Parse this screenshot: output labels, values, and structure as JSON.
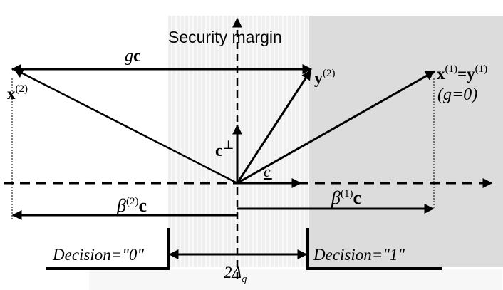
{
  "security_margin_label": "Security margin",
  "labels": {
    "gc_italic": "g",
    "gc_bold": "c",
    "x2_bold": "x",
    "x2_sup": "(2)",
    "y2_bold": "y",
    "y2_sup": "(2)",
    "x1_bold": "x",
    "x1_sup": "(1)",
    "x1_eq": "=",
    "y1_bold": "y",
    "y1_sup": "(1)",
    "g_zero": "(g=0)",
    "c_perp_bold": "c",
    "c_perp_sup": "⊥",
    "c_under": "c",
    "beta2_sym": "β",
    "beta2_sup": "(2)",
    "beta2_c": "c",
    "beta1_sym": "β",
    "beta1_sup": "(1)",
    "beta1_c": "c",
    "decision0": "Decision=\"0\"",
    "decision1": "Decision=\"1\"",
    "two_delta": "2Δ",
    "two_delta_sub": "g"
  },
  "colors": {
    "margin_band": "#efefef",
    "margin_stripe": "#f8f8f8",
    "right_region": "#dcdcdc",
    "ink": "#000000"
  }
}
